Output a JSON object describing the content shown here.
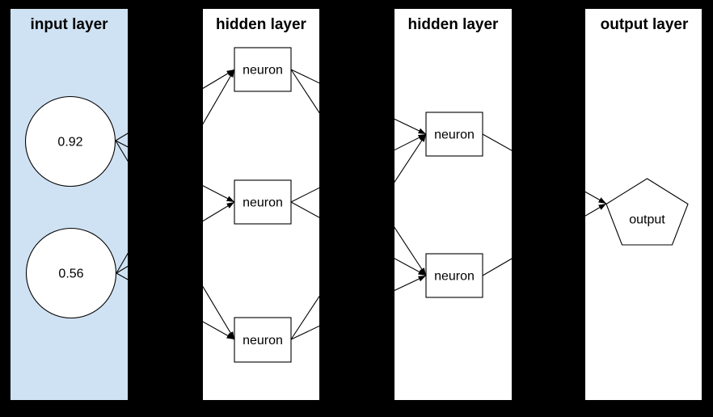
{
  "canvas": {
    "background": "#000000",
    "stroke_color": "#000000",
    "node_fill": "#ffffff"
  },
  "layers": {
    "input": {
      "title": "input layer",
      "panel_fill": "#cfe2f3",
      "nodes": [
        {
          "id": "input-1",
          "shape": "circle",
          "label": "0.92"
        },
        {
          "id": "input-2",
          "shape": "circle",
          "label": "0.56"
        }
      ]
    },
    "hidden1": {
      "title": "hidden layer",
      "panel_fill": "#ffffff",
      "nodes": [
        {
          "id": "hidden1-1",
          "shape": "rectangle",
          "label": "neuron"
        },
        {
          "id": "hidden1-2",
          "shape": "rectangle",
          "label": "neuron"
        },
        {
          "id": "hidden1-3",
          "shape": "rectangle",
          "label": "neuron"
        }
      ]
    },
    "hidden2": {
      "title": "hidden layer",
      "panel_fill": "#ffffff",
      "nodes": [
        {
          "id": "hidden2-1",
          "shape": "rectangle",
          "label": "neuron"
        },
        {
          "id": "hidden2-2",
          "shape": "rectangle",
          "label": "neuron"
        }
      ]
    },
    "output": {
      "title": "output layer",
      "panel_fill": "#ffffff",
      "nodes": [
        {
          "id": "output-1",
          "shape": "pentagon",
          "label": "output"
        }
      ]
    }
  },
  "connections": [
    {
      "from": "input-1",
      "to": "hidden1-1"
    },
    {
      "from": "input-1",
      "to": "hidden1-2"
    },
    {
      "from": "input-1",
      "to": "hidden1-3"
    },
    {
      "from": "input-2",
      "to": "hidden1-1"
    },
    {
      "from": "input-2",
      "to": "hidden1-2"
    },
    {
      "from": "input-2",
      "to": "hidden1-3"
    },
    {
      "from": "hidden1-1",
      "to": "hidden2-1"
    },
    {
      "from": "hidden1-1",
      "to": "hidden2-2"
    },
    {
      "from": "hidden1-2",
      "to": "hidden2-1"
    },
    {
      "from": "hidden1-2",
      "to": "hidden2-2"
    },
    {
      "from": "hidden1-3",
      "to": "hidden2-1"
    },
    {
      "from": "hidden1-3",
      "to": "hidden2-2"
    },
    {
      "from": "hidden2-1",
      "to": "output-1"
    },
    {
      "from": "hidden2-2",
      "to": "output-1"
    }
  ]
}
